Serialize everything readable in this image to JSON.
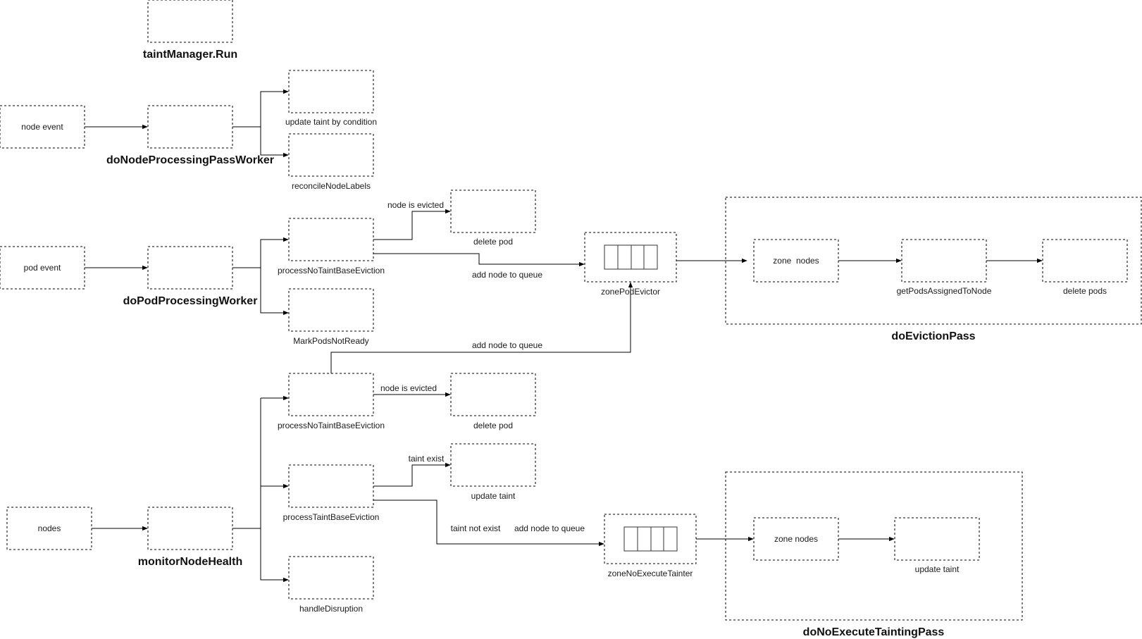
{
  "diagram": {
    "titles": {
      "taint_manager_run": "taintManager.Run",
      "node_processing_worker": "doNodeProcessingPassWorker",
      "pod_processing_worker": "doPodProcessingWorker",
      "monitor_node_health": "monitorNodeHealth",
      "eviction_pass": "doEvictionPass",
      "no_execute_tainting_pass": "doNoExecuteTaintingPass"
    },
    "nodes": {
      "node_event": "node event",
      "pod_event": "pod event",
      "nodes": "nodes",
      "update_taint_by_condition": "update taint by condition",
      "reconcile_node_labels": "reconcileNodeLabels",
      "process_no_taint_base_eviction_1": "processNoTaintBaseEviction",
      "mark_pods_not_ready": "MarkPodsNotReady",
      "delete_pod_1": "delete pod",
      "zone_pod_evictor": "zonePodEvictor",
      "zone_nodes_1": "zone  nodes",
      "get_pods_assigned_to_node": "getPodsAssignedToNode",
      "delete_pods": "delete pods",
      "process_no_taint_base_eviction_2": "processNoTaintBaseEviction",
      "delete_pod_2": "delete pod",
      "process_taint_base_eviction": "processTaintBaseEviction",
      "update_taint_1": "update taint",
      "handle_disruption": "handleDisruption",
      "zone_no_execute_tainter": "zoneNoExecuteTainter",
      "zone_nodes_2": "zone nodes",
      "update_taint_2": "update taint"
    },
    "edge_labels": {
      "node_is_evicted_1": "node is evicted",
      "add_node_to_queue_1": "add node to queue",
      "add_node_to_queue_2": "add node to queue",
      "node_is_evicted_2": "node is evicted",
      "taint_exist": "taint exist",
      "taint_not_exist": "taint not exist",
      "add_node_to_queue_3": "add node to queue"
    }
  }
}
